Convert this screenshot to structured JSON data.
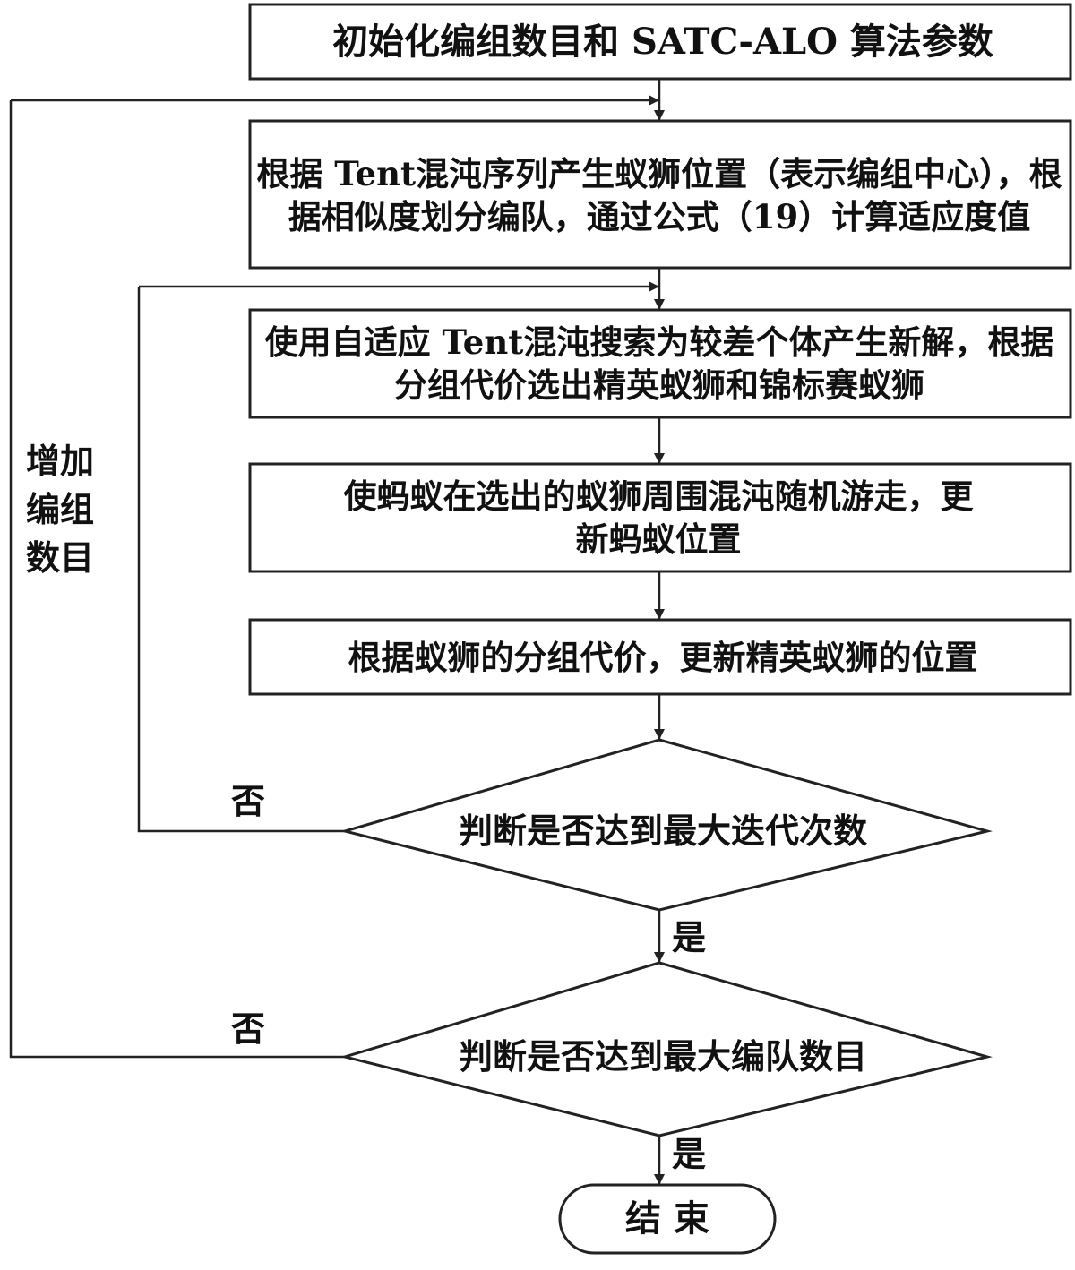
{
  "nodes": {
    "init": "初始化编组数目和 SATC-ALO 算法参数",
    "tent_position": "根据 Tent混沌序列产生蚁狮位置（表示编组中心），根据相似度划分编队，通过公式（19）计算适应度值",
    "adaptive_search": "使用自适应 Tent混沌搜索为较差个体产生新解，根据分组代价选出精英蚁狮和锦标赛蚁狮",
    "ant_walk": "使蚂蚁在选出的蚁狮周围混沌随机游走，更新蚂蚁位置",
    "update_elite": "根据蚁狮的分组代价，更新精英蚁狮的位置",
    "decision_iter": "判断是否达到最大迭代次数",
    "decision_formation": "判断是否达到最大编队数目",
    "end": "结 束"
  },
  "labels": {
    "no_iter": "否",
    "yes_iter": "是",
    "no_formation": "否",
    "yes_formation": "是",
    "increase_groups": "增加编组数目"
  }
}
